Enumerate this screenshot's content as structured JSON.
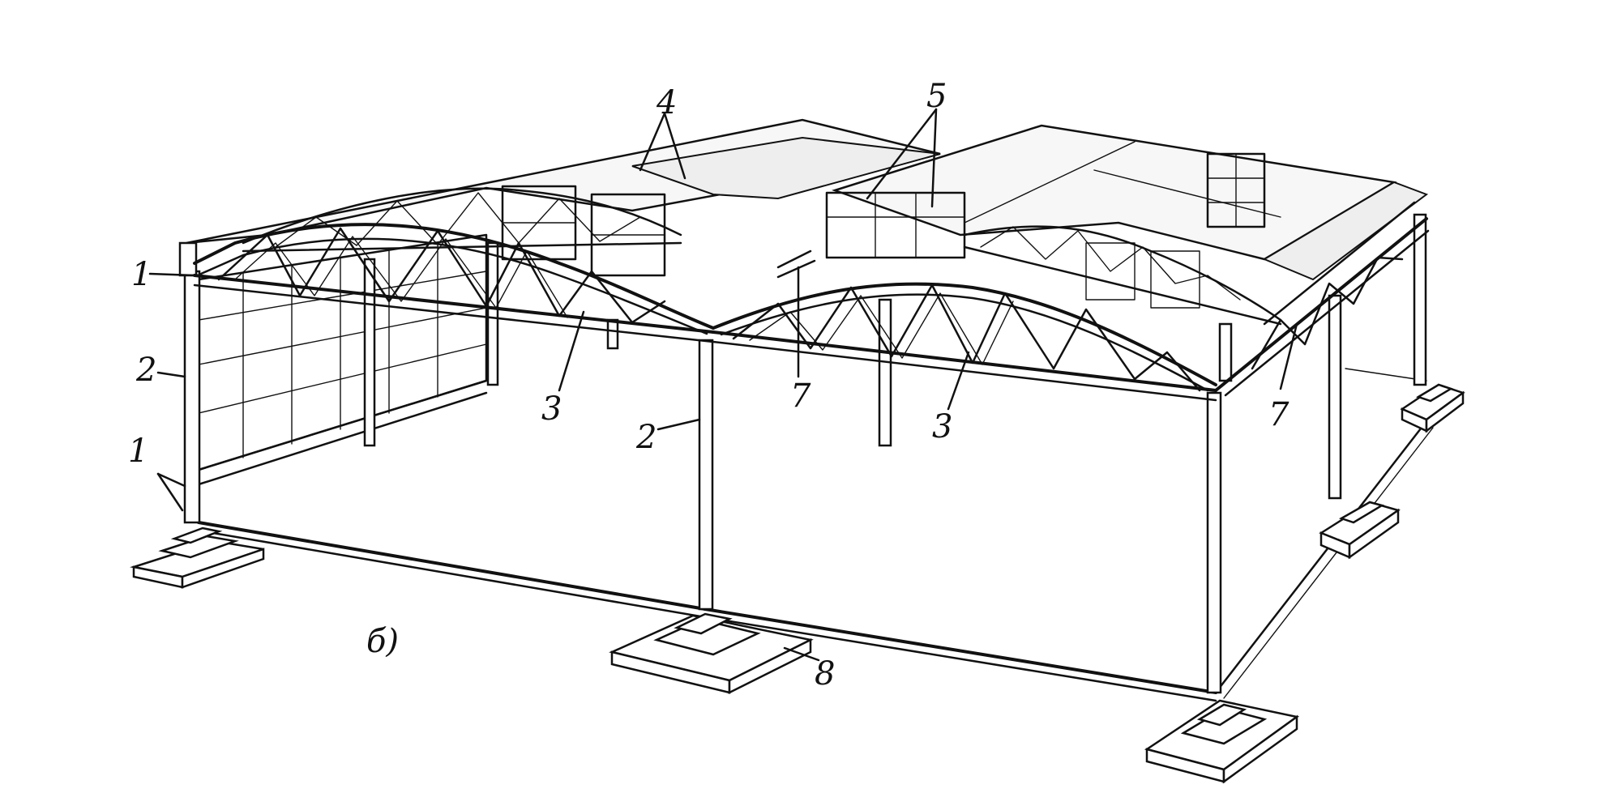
{
  "figure": {
    "subfigure_label": "б)",
    "callouts": {
      "c1_top": "1",
      "c1_bottom": "1",
      "c2_left": "2",
      "c2_center": "2",
      "c3_left": "3",
      "c3_right": "3",
      "c4": "4",
      "c5": "5",
      "c7_center": "7",
      "c7_right": "7",
      "c8": "8"
    }
  }
}
